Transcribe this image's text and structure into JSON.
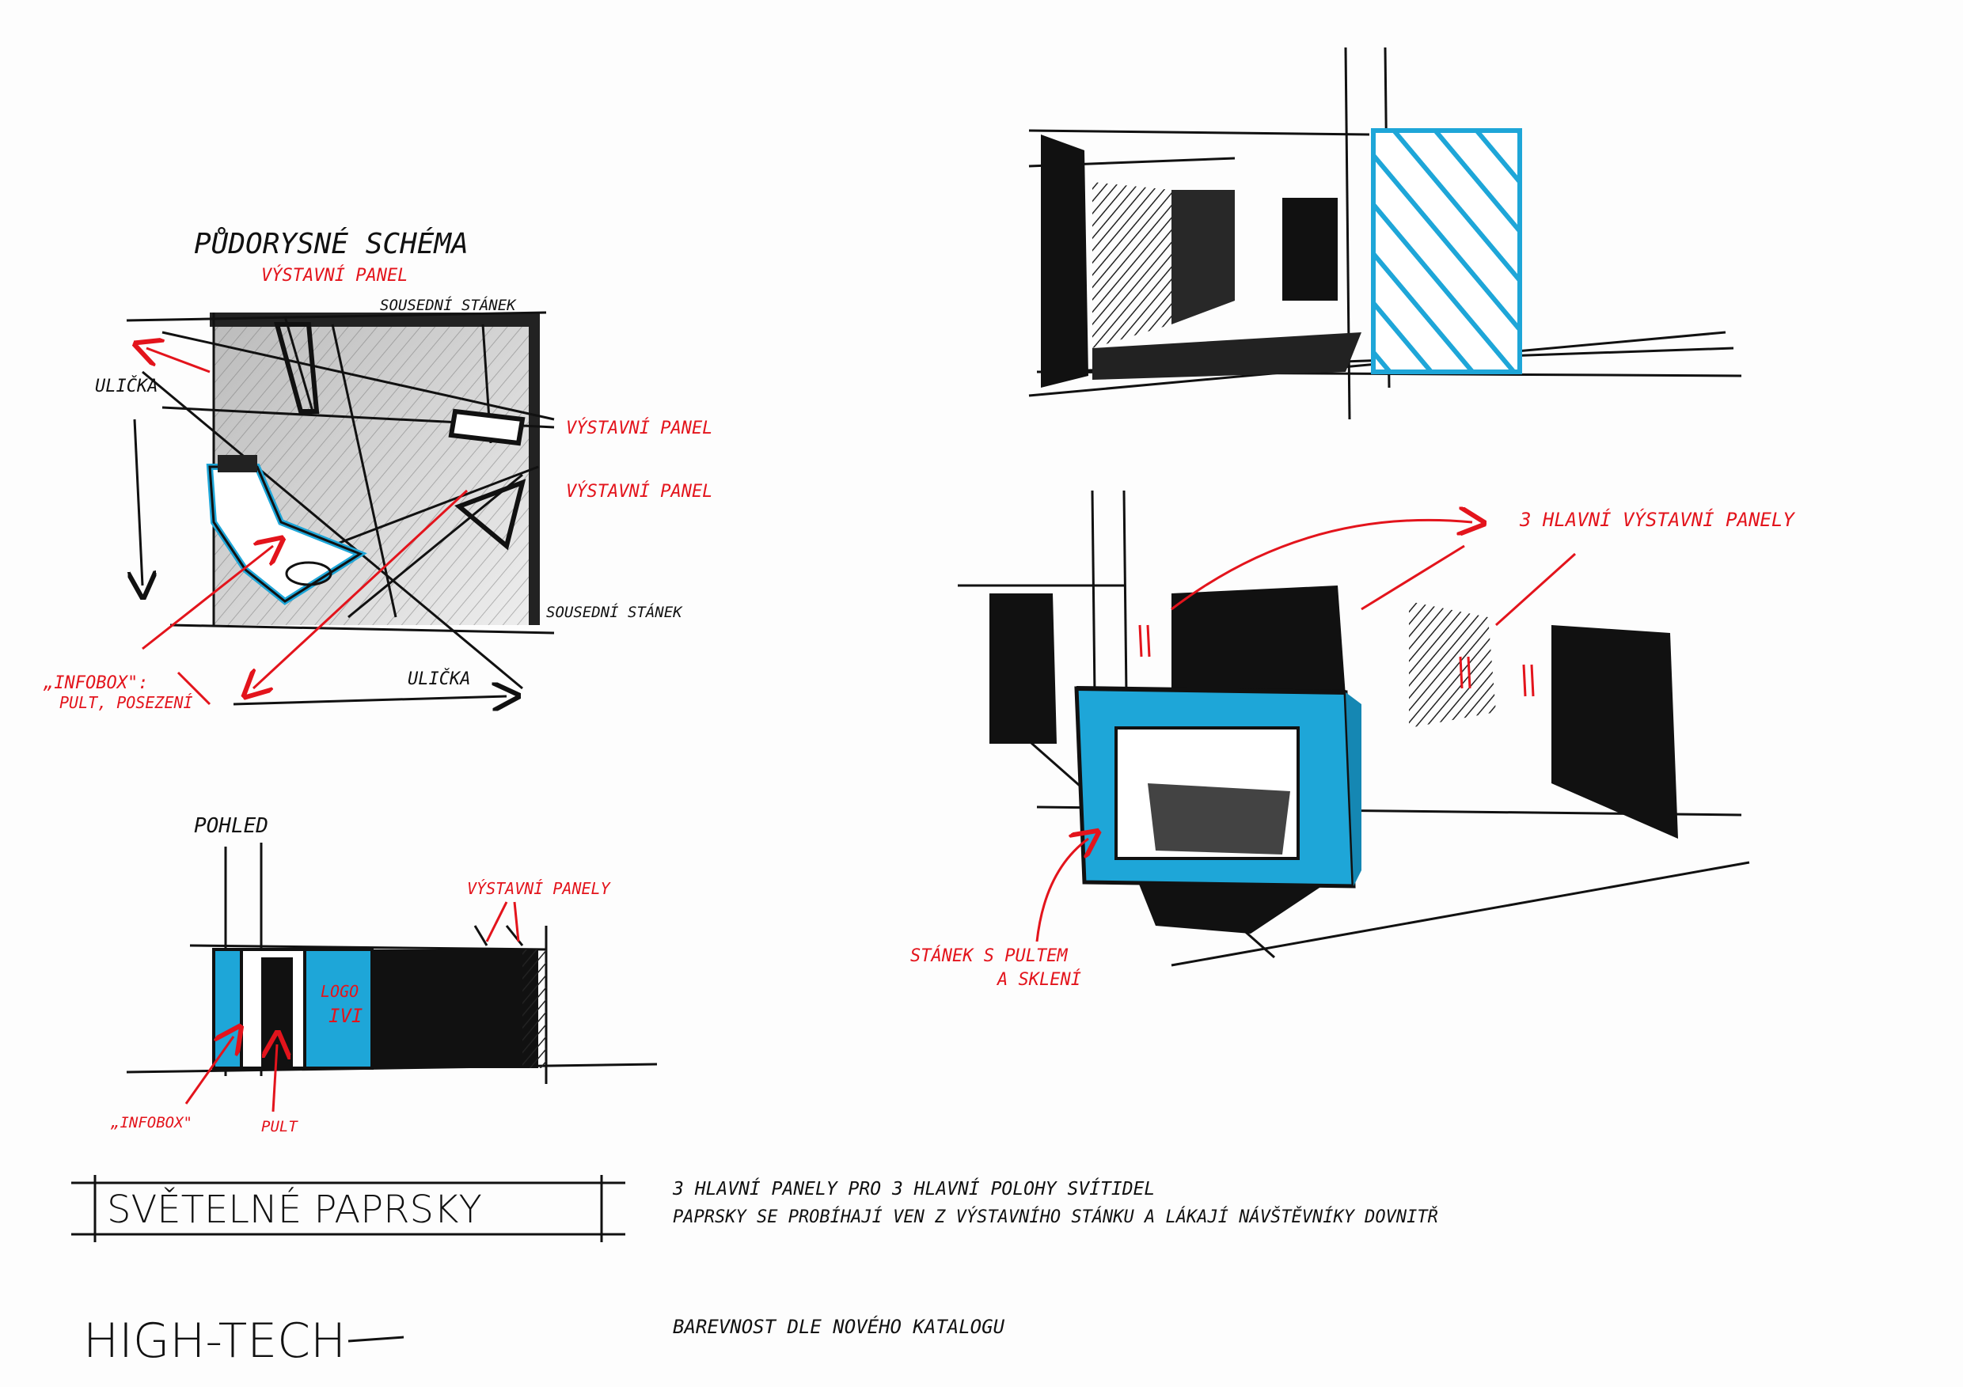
{
  "colors": {
    "ink": "#111111",
    "red": "#e3141c",
    "cyan": "#1ea6d8",
    "paper": "#fdfdfd"
  },
  "plan": {
    "title": "PŮDORYSNÉ SCHÉMA",
    "labels": {
      "panel_top": "VÝSTAVNÍ PANEL",
      "neighbor_top": "SOUSEDNÍ STÁNEK",
      "ulicka_left": "ULIČKA",
      "panel_right_1": "VÝSTAVNÍ PANEL",
      "panel_right_2": "VÝSTAVNÍ PANEL",
      "neighbor_bottom": "SOUSEDNÍ STÁNEK",
      "ulicka_bottom": "ULIČKA",
      "infobox_1": "„INFOBOX\":",
      "infobox_2": "PULT, POSEZENÍ"
    }
  },
  "elevation": {
    "title": "POHLED",
    "labels": {
      "panels": "VÝSTAVNÍ PANELY",
      "logo_1": "LOGO",
      "logo_2": "IVI",
      "infobox": "„INFOBOX\"",
      "pult": "PULT"
    }
  },
  "perspective": {
    "labels": {
      "main_panels": "3 HLAVNÍ VÝSTAVNÍ PANELY",
      "stanek_1": "STÁNEK S PULTEM",
      "stanek_2": "A SKLENÍ"
    }
  },
  "footer": {
    "box_title": "SVĚTELNÉ PAPRSKY",
    "note_1": "3 HLAVNÍ PANELY PRO 3 HLAVNÍ POLOHY SVÍTIDEL",
    "note_2": "PAPRSKY SE PROBÍHAJÍ VEN Z VÝSTAVNÍHO STÁNKU   A LÁKAJÍ NÁVŠTĚVNÍKY DOVNITŘ",
    "style": "HIGH-TECH",
    "colors_note": "BAREVNOST DLE NOVÉHO KATALOGU"
  }
}
